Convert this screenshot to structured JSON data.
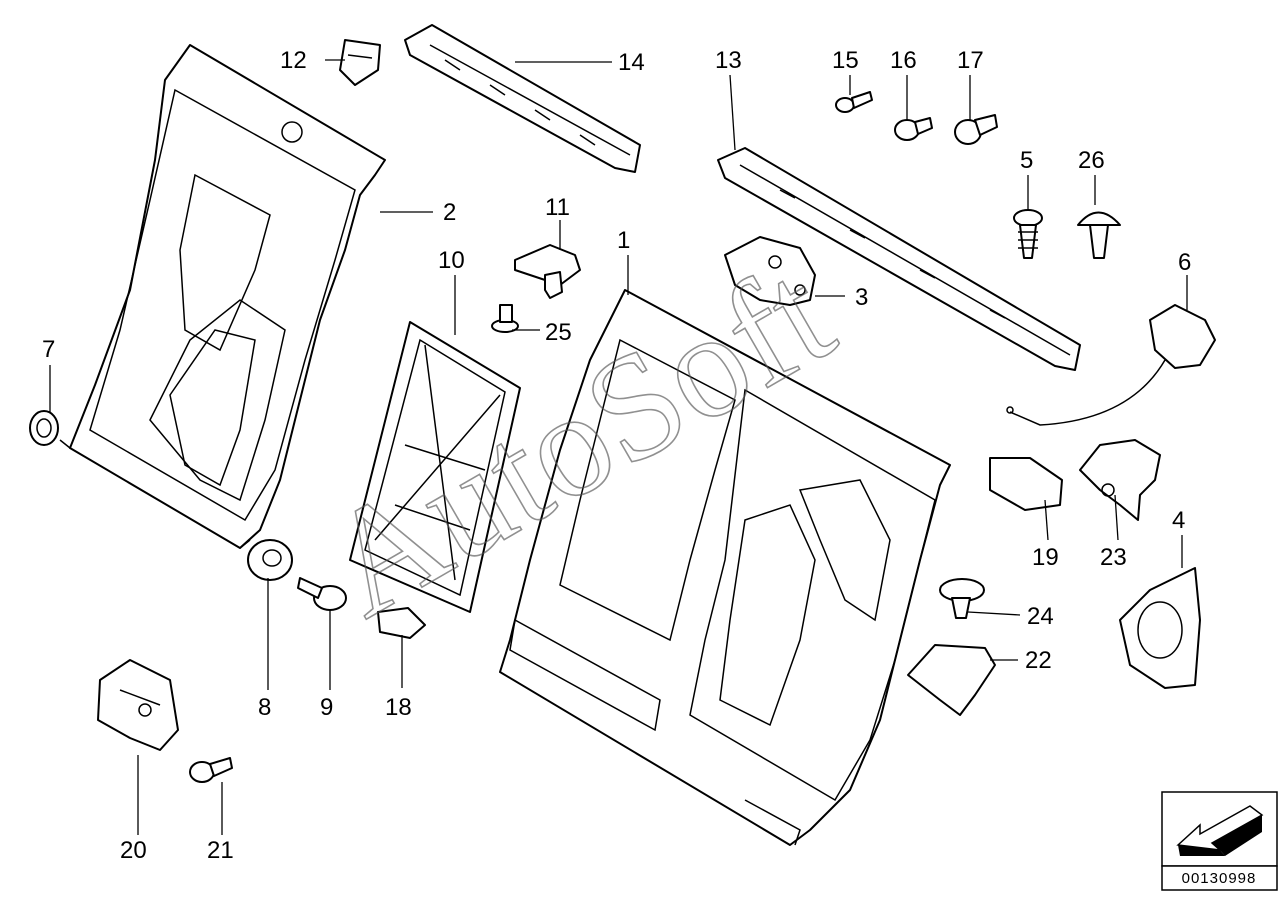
{
  "diagram": {
    "callouts": [
      "1",
      "2",
      "3",
      "4",
      "5",
      "6",
      "7",
      "8",
      "9",
      "10",
      "11",
      "12",
      "13",
      "14",
      "15",
      "16",
      "17",
      "18",
      "19",
      "20",
      "21",
      "22",
      "23",
      "24",
      "25",
      "26"
    ],
    "watermark": "AutoSoft",
    "document_number": "00130998"
  }
}
